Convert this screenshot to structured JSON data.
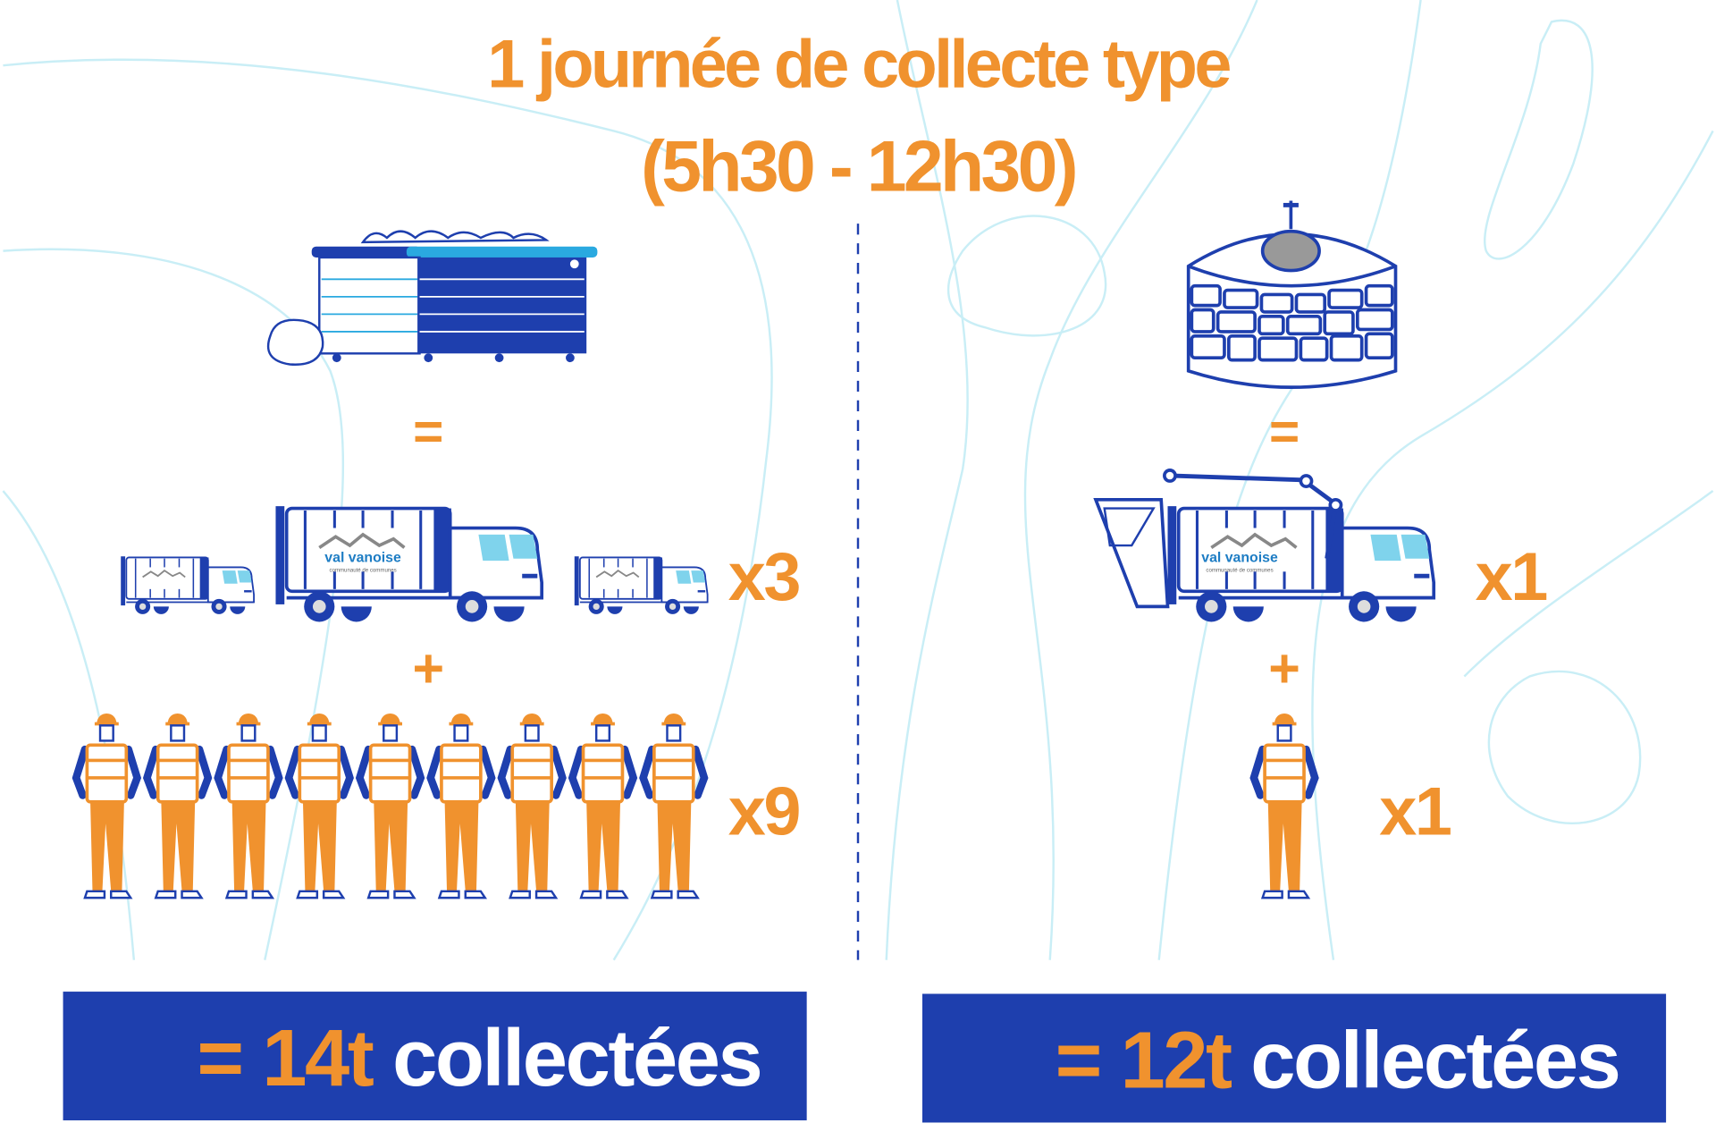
{
  "title": {
    "line1": "1 journée de collecte type",
    "line2": "(5h30 - 12h30)"
  },
  "left": {
    "equals": "=",
    "plus": "+",
    "truck_count": "x3",
    "worker_count": "x9",
    "truck_logo": "val vanoise",
    "truck_logo_sub": "communauté de communes",
    "result_prefix": "= ",
    "result_value": "14t",
    "result_suffix": " collectées"
  },
  "right": {
    "equals": "=",
    "plus": "+",
    "truck_count": "x1",
    "worker_count": "x1",
    "truck_logo": "val vanoise",
    "truck_logo_sub": "communauté de communes",
    "result_prefix": "= ",
    "result_value": "12t",
    "result_suffix": " collectées"
  },
  "colors": {
    "orange": "#f0922e",
    "blue": "#1e3fae",
    "light_blue": "#7fd3ec",
    "contour": "#c9eef6"
  }
}
